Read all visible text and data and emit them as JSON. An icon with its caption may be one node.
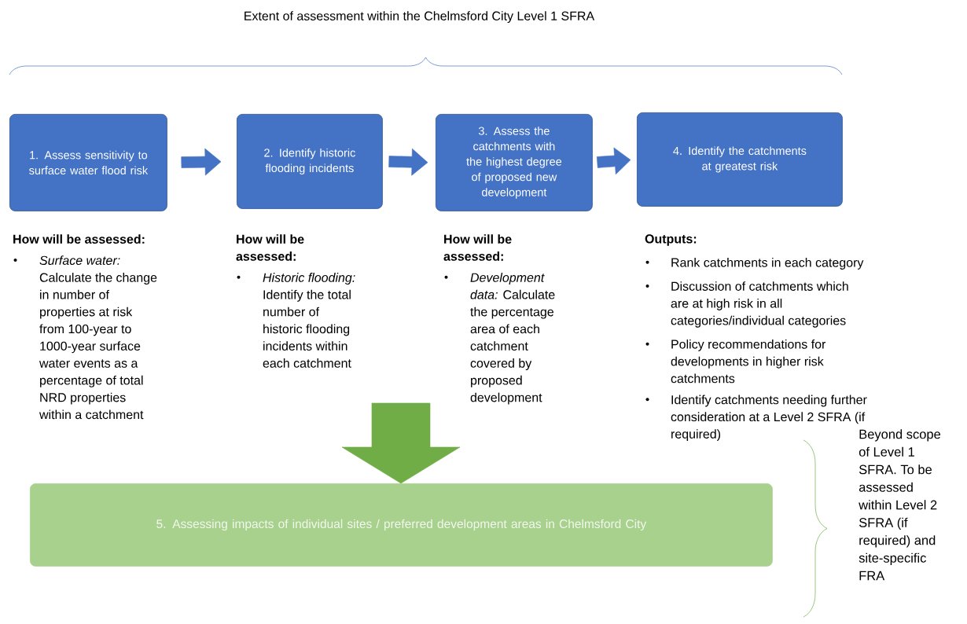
{
  "diagram": {
    "title": "Extent of assessment within the Chelmsford City Level 1 SFRA",
    "nodes": [
      {
        "text": [
          "1. Assess sensitivity to surface water flood risk"
        ],
        "beside": [
          "How will be assessed:",
          "*Surface water:* Calculate the change in number of properties at risk from 100-year to 1000-year surface water events as a percentage of total NRD properties within a catchment"
        ]
      },
      {
        "text": [
          "2. Identify historic flooding incidents"
        ],
        "beside": [
          "How will be assessed:",
          "*Historic flooding:* Identify the total number of historic flooding incidents within each catchment"
        ]
      },
      {
        "text": [
          "3. Assess the catchments with the highest degree of proposed new development"
        ],
        "beside": [
          "How will be assessed:",
          "*Development data:* Calculate the percentage area of each catchment covered by proposed development"
        ]
      },
      {
        "text": [
          "4. Identify the catchments at greatest risk"
        ],
        "beside": [
          "Outputs:",
          "Rank catchments in each category",
          "Discussion of catchments which are at high risk in all categories/individual categories",
          "Policy recommendations for developments in higher risk catchments",
          "Identify catchments needing further consideration at a Level 2 SFRA (if required)"
        ]
      },
      {
        "text": [
          "5. Assessing impacts of individual sites / preferred development areas in Chelmsford City"
        ]
      }
    ],
    "edges": [
      {
        "from": 0,
        "to": 1,
        "arrow": "to"
      },
      {
        "from": 1,
        "to": 2,
        "arrow": "to"
      },
      {
        "from": 2,
        "to": 3,
        "arrow": "to"
      },
      {
        "from": null,
        "to": 4,
        "arrow": "to",
        "style": "thick",
        "color": "#70ad47"
      }
    ],
    "labels": [
      "Beyond scope of Level 1 SFRA. To be assessed within Level 2 SFRA (if required) and site-specific FRA"
    ]
  }
}
